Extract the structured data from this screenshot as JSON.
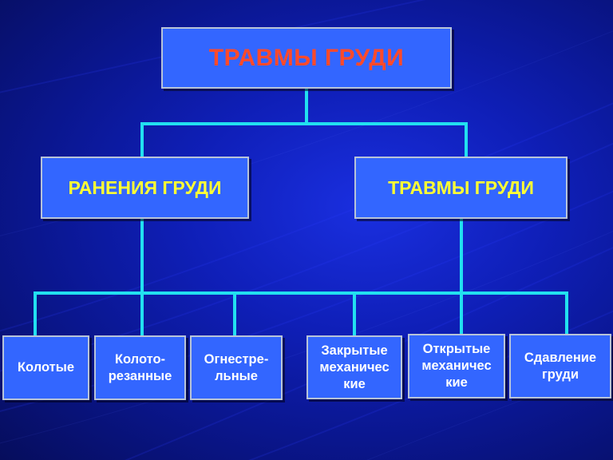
{
  "diagram": {
    "root": {
      "label": "ТРАВМЫ ГРУДИ"
    },
    "branches": [
      {
        "label": "РАНЕНИЯ ГРУДИ"
      },
      {
        "label": "ТРАВМЫ ГРУДИ"
      }
    ],
    "leaves": [
      {
        "label": "Колотые"
      },
      {
        "label": "Колото-\nрезанные"
      },
      {
        "label": "Огнестре-\nльные"
      },
      {
        "label": "Закрытые\nмеханичес\nкие"
      },
      {
        "label": "Открытые\nмеханичес\nкие"
      },
      {
        "label": "Сдавление\nгруди"
      }
    ]
  },
  "colors": {
    "background": "#0f1fb8",
    "box_fill": "#3366ff",
    "box_border": "#b8c4d8",
    "connector": "#22e0f0",
    "root_text": "#ff4a2a",
    "branch_text": "#ffff33",
    "leaf_text": "#ffffff"
  }
}
